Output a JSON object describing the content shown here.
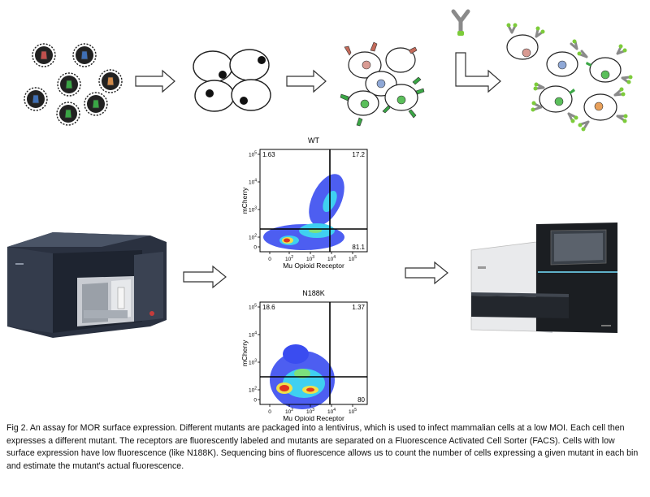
{
  "plots": [
    {
      "title": "WT",
      "ylabel": "mCherry",
      "xlabel": "Mu Opioid Receptor",
      "quadrants": {
        "top_left": "1.63",
        "top_right": "17.2",
        "bottom_right": "81.1"
      },
      "yticks": [
        {
          "base": "10",
          "exp": "5"
        },
        {
          "base": "10",
          "exp": "4"
        },
        {
          "base": "10",
          "exp": "3"
        },
        {
          "base": "10",
          "exp": "2"
        },
        {
          "base": "0",
          "exp": ""
        }
      ],
      "xticks": [
        {
          "base": "0",
          "exp": ""
        },
        {
          "base": "10",
          "exp": "2"
        },
        {
          "base": "10",
          "exp": "3"
        },
        {
          "base": "10",
          "exp": "4"
        },
        {
          "base": "10",
          "exp": "5"
        }
      ]
    },
    {
      "title": "N188K",
      "ylabel": "mCherry",
      "xlabel": "Mu Opioid Receptor",
      "quadrants": {
        "top_left": "18.6",
        "top_right": "1.37",
        "bottom_right": "80"
      },
      "yticks": [
        {
          "base": "10",
          "exp": "5"
        },
        {
          "base": "10",
          "exp": "4"
        },
        {
          "base": "10",
          "exp": "3"
        },
        {
          "base": "10",
          "exp": "2"
        },
        {
          "base": "0",
          "exp": ""
        }
      ],
      "xticks": [
        {
          "base": "0",
          "exp": ""
        },
        {
          "base": "10",
          "exp": "2"
        },
        {
          "base": "10",
          "exp": "3"
        },
        {
          "base": "10",
          "exp": "4"
        },
        {
          "base": "10",
          "exp": "5"
        }
      ]
    }
  ],
  "caption": "Fig 2. An assay for MOR surface expression.  Different mutants are packaged into a lentivirus, which is used to infect mammalian cells at a low MOI.  Each cell then expresses a different  mutant.  The receptors are fluorescently labeled and mutants are separated on a Fluorescence Activated Cell Sorter (FACS).  Cells with low surface expression have low fluorescence (like N188K).  Sequencing bins of fluorescence allows us to count the number of cells expressing a given mutant in each bin and estimate the mutant's actual fluorescence.",
  "colors": {
    "virus_red": "#c0504d",
    "virus_blue": "#3f6fb4",
    "virus_orange": "#d08a4a",
    "virus_green": "#3aa645",
    "antibody_grey": "#8a8a8a",
    "antibody_green": "#7ccb3a"
  },
  "icons": [
    "lentivirus-icon",
    "cell-icon",
    "antibody-icon",
    "arrow-icon",
    "facs-machine-icon",
    "sequencer-icon"
  ]
}
